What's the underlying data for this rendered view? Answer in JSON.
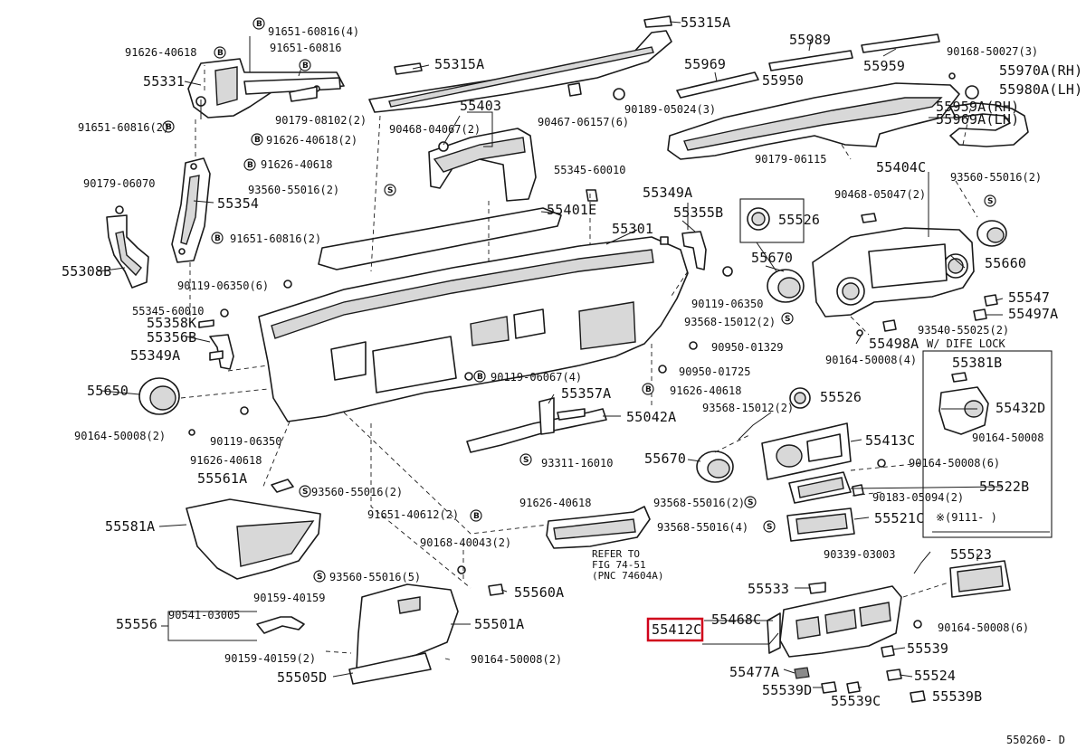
{
  "diagram": {
    "footer_code": "550260- D",
    "highlighted_part": "55412C",
    "note_dife_lock": "W/ DIFE LOCK",
    "note_date": "※(9111-     )",
    "refer_note_line1": "REFER TO",
    "refer_note_line2": "FIG 74-51",
    "refer_note_line3": "(PNC 74604A)"
  },
  "labels": [
    "91651-60816(4)",
    "91626-40618",
    "91651-60816",
    "55331",
    "90179-08102(2)",
    "91651-60816(2)",
    "91626-40618(2)",
    "91626-40618",
    "90179-06070",
    "55354",
    "91651-60816(2)",
    "55308B",
    "55315A",
    "55315A",
    "55403",
    "90468-04067(2)",
    "90467-06157(6)",
    "90189-05024(3)",
    "55345-60010",
    "93560-55016(2)",
    "55401E",
    "55989",
    "55969",
    "55959",
    "90168-50027(3)",
    "55970A(RH)",
    "55980A(LH)",
    "55950",
    "55959A(RH)",
    "55969A(LH)",
    "90179-06115",
    "55404C",
    "90468-05047(2)",
    "93560-55016(2)",
    "55660",
    "55349A",
    "55355B",
    "55301",
    "55526",
    "55670",
    "90119-06350",
    "93568-15012(2)",
    "55547",
    "55497A",
    "93540-55025(2)",
    "55498A",
    "90164-50008(4)",
    "90119-06350(6)",
    "55345-60010",
    "55358K",
    "55356B",
    "55349A",
    "90950-01329",
    "90950-01725",
    "90119-06067(4)",
    "91626-40618",
    "55357A",
    "55650",
    "55042A",
    "90164-50008(2)",
    "90119-06350",
    "55526",
    "93568-15012(2)",
    "55381B",
    "55432D",
    "90164-50008",
    "91626-40618",
    "55413C",
    "55670",
    "93311-16010",
    "55561A",
    "93560-55016(2)",
    "90164-50008(6)",
    "55522B",
    "91626-40618",
    "93568-55016(2)",
    "90183-05094(2)",
    "91651-40612(2)",
    "55581A",
    "93568-55016(4)",
    "55521C",
    "90168-40043(2)",
    "90339-03003",
    "55523",
    "93560-55016(5)",
    "55533",
    "55560A",
    "90159-40159",
    "90541-03005",
    "55556",
    "55468C",
    "55412C",
    "55501A",
    "90164-50008(6)",
    "55539",
    "90159-40159(2)",
    "90164-50008(2)",
    "55477A",
    "55524",
    "55505D",
    "55539D",
    "55539C",
    "55539B"
  ]
}
